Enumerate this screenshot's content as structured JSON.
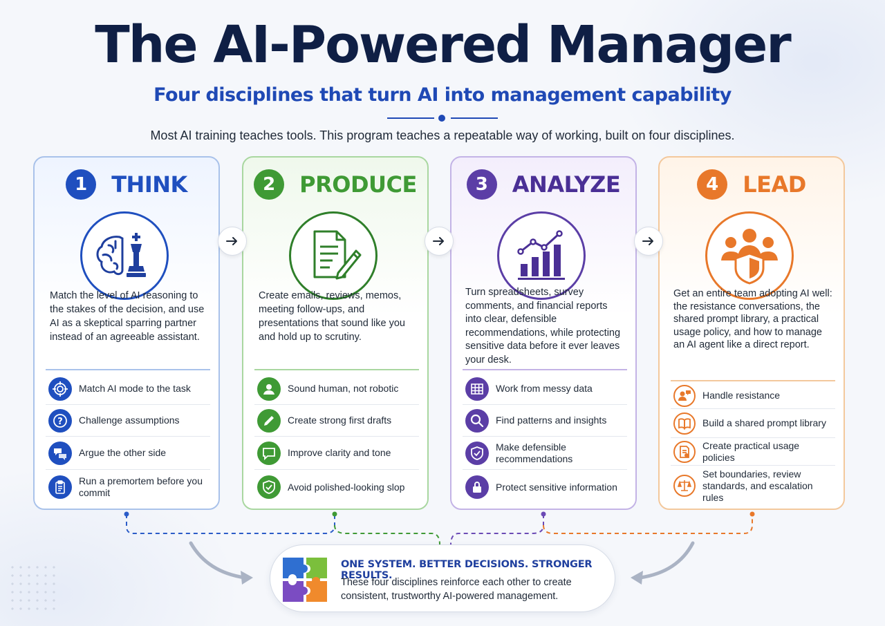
{
  "header": {
    "title": "The AI-Powered Manager",
    "subtitle": "Four disciplines that turn AI into management capability",
    "intro": "Most AI training teaches tools. This program teaches a repeatable way of working, built on four disciplines."
  },
  "colors": {
    "think": "#1f4fbf",
    "produce": "#3f9a35",
    "analyze": "#5b3ea6",
    "lead": "#e8782a",
    "title": "#0f1f45",
    "subtitle": "#1f49b5"
  },
  "cards": [
    {
      "number": "1",
      "title": "THINK",
      "hero_icon": "brain-chess-icon",
      "description": "Match the level of AI reasoning to the stakes of the decision, and use AI as a skeptical sparring partner instead of an agreeable assistant.",
      "items": [
        {
          "icon": "target-icon",
          "label": "Match AI mode to the task"
        },
        {
          "icon": "question-icon",
          "label": "Challenge assumptions"
        },
        {
          "icon": "chat-bubbles-icon",
          "label": "Argue the other side"
        },
        {
          "icon": "clipboard-icon",
          "label": "Run a premortem before you commit"
        }
      ]
    },
    {
      "number": "2",
      "title": "PRODUCE",
      "hero_icon": "document-pen-icon",
      "description": "Create emails, reviews, memos, meeting follow-ups, and presentations that sound like you and hold up to scrutiny.",
      "items": [
        {
          "icon": "person-icon",
          "label": "Sound human, not robotic"
        },
        {
          "icon": "pencil-icon",
          "label": "Create strong first drafts"
        },
        {
          "icon": "speech-bubble-icon",
          "label": "Improve clarity and tone"
        },
        {
          "icon": "shield-check-icon",
          "label": "Avoid polished-looking slop"
        }
      ]
    },
    {
      "number": "3",
      "title": "ANALYZE",
      "hero_icon": "bar-chart-trend-icon",
      "description": "Turn spreadsheets, survey comments, and financial reports into clear, defensible recommendations, while protecting sensitive data before it ever leaves your desk.",
      "items": [
        {
          "icon": "grid-icon",
          "label": "Work from messy data"
        },
        {
          "icon": "magnifier-icon",
          "label": "Find patterns and insights"
        },
        {
          "icon": "shield-check-icon",
          "label": "Make defensible recommendations"
        },
        {
          "icon": "lock-icon",
          "label": "Protect sensitive information"
        }
      ]
    },
    {
      "number": "4",
      "title": "LEAD",
      "hero_icon": "team-shield-icon",
      "description": "Get an entire team adopting AI well: the resistance conversations, the shared prompt library, a practical usage policy, and how to manage an AI agent like a direct report.",
      "items": [
        {
          "icon": "person-chat-icon",
          "label": "Handle resistance"
        },
        {
          "icon": "book-icon",
          "label": "Build a shared prompt library"
        },
        {
          "icon": "policy-doc-icon",
          "label": "Create practical usage policies"
        },
        {
          "icon": "scales-icon",
          "label": "Set boundaries, review standards, and escalation rules"
        }
      ]
    }
  ],
  "footer": {
    "headline": "ONE SYSTEM. BETTER DECISIONS. STRONGER RESULTS.",
    "body": "These four disciplines reinforce each other to create consistent, trustworthy AI-powered management.",
    "icon": "puzzle-icon"
  }
}
